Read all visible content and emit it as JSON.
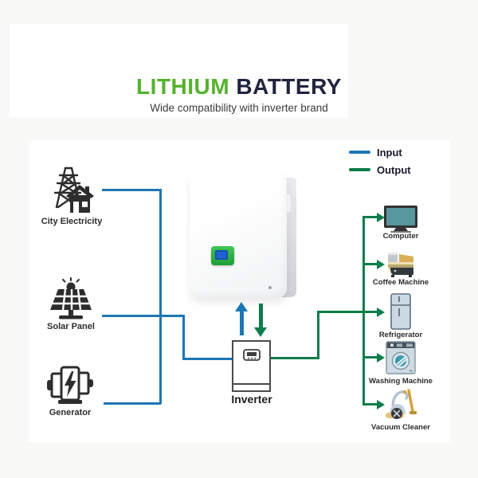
{
  "header": {
    "title_green": "LITHIUM",
    "title_dark": " BATTERY",
    "subtitle": "Wide compatibility with inverter brand"
  },
  "legend": {
    "items": [
      {
        "id": "input",
        "label": "Input"
      },
      {
        "id": "output",
        "label": "Output"
      }
    ]
  },
  "sources": {
    "city": {
      "label": "City Electricity"
    },
    "solar": {
      "label": "Solar Panel"
    },
    "generator": {
      "label": "Generator"
    }
  },
  "inverter": {
    "label": "Inverter"
  },
  "appliances": {
    "computer": {
      "label": "Computer"
    },
    "coffee": {
      "label": "Coffee Machine"
    },
    "fridge": {
      "label": "Refrigerator"
    },
    "washer": {
      "label": "Washing Machine"
    },
    "vacuum": {
      "label": "Vacuum Cleaner"
    }
  },
  "colors": {
    "input": "#1d76b4",
    "output": "#0e7d4b",
    "titleGreen": "#55b22d",
    "titleDark": "#20243e",
    "text": "#2b2b2b",
    "bg": "#f8f8f7",
    "card": "#ffffff"
  }
}
